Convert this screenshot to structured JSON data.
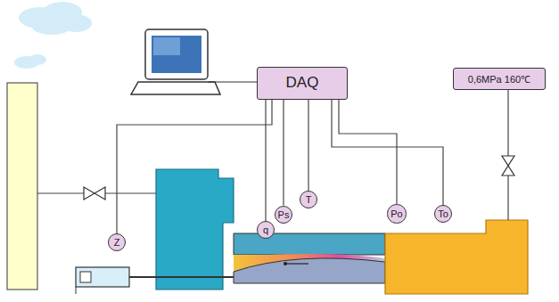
{
  "diagram": {
    "nodes": [
      {
        "text": [
          "DAQ"
        ]
      },
      {
        "text": [
          "0,6MPa 160℃"
        ]
      },
      {
        "text": [
          "T"
        ]
      },
      {
        "text": [
          "Po"
        ]
      },
      {
        "text": [
          "To"
        ]
      },
      {
        "text": [
          "Ps"
        ]
      },
      {
        "text": [
          "q"
        ]
      },
      {
        "text": [
          "Z"
        ]
      }
    ],
    "edges": [
      {
        "from": 0,
        "to": 2,
        "arrow": "none"
      },
      {
        "from": 0,
        "to": 3,
        "arrow": "none"
      },
      {
        "from": 0,
        "to": 4,
        "arrow": "none"
      },
      {
        "from": 0,
        "to": 5,
        "arrow": "none"
      },
      {
        "from": 0,
        "to": 6,
        "arrow": "none"
      },
      {
        "from": 0,
        "to": 7,
        "arrow": "none"
      }
    ]
  }
}
